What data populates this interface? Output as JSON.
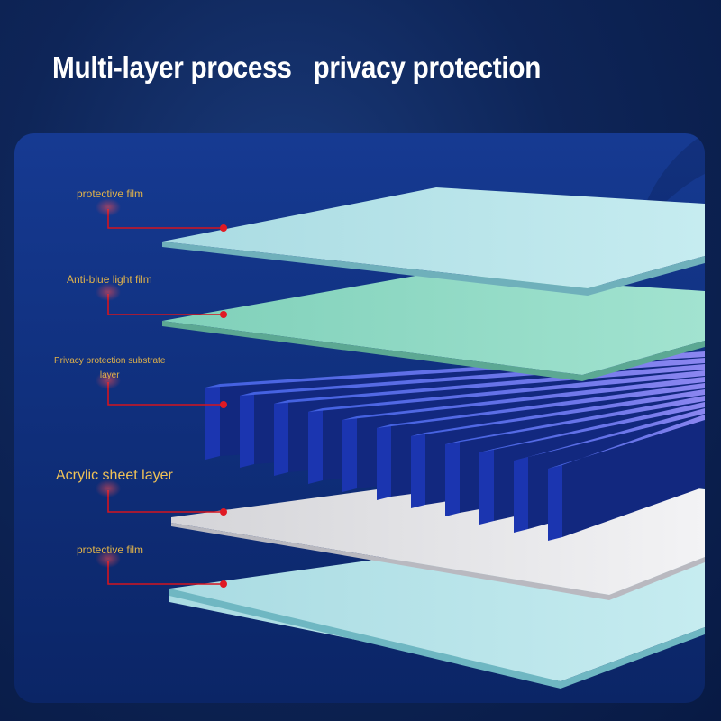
{
  "title": "Multi-layer process   privacy protection",
  "layers": [
    {
      "label": "protective film"
    },
    {
      "label": "Anti-blue light film"
    },
    {
      "label": "Privacy protection substrate",
      "label_line2": "layer"
    },
    {
      "label": "Acrylic sheet layer"
    },
    {
      "label": "protective film"
    }
  ],
  "colors": {
    "label_text": "#e0b24a",
    "leader_line": "#d4141f",
    "protective_film": "#b8e4ea",
    "anti_blue_film": "#8fdcc6",
    "privacy_grating": "#1e3bb8",
    "acrylic_sheet": "#e6e6ea"
  }
}
